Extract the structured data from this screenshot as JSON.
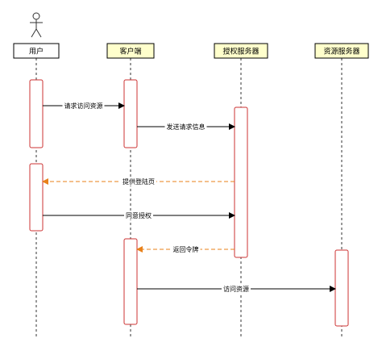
{
  "participants": [
    {
      "id": "user",
      "label": "用户",
      "fill": "#ffffff",
      "is_actor": true
    },
    {
      "id": "client",
      "label": "客户端",
      "fill": "#ffffcc",
      "is_actor": false
    },
    {
      "id": "auth",
      "label": "授权服务器",
      "fill": "#ffffcc",
      "is_actor": false
    },
    {
      "id": "resource",
      "label": "资源服务器",
      "fill": "#ffffcc",
      "is_actor": false
    }
  ],
  "messages": [
    {
      "from": "user",
      "to": "client",
      "label": "请求访问资源",
      "kind": "call"
    },
    {
      "from": "client",
      "to": "auth",
      "label": "发送请求信息",
      "kind": "call"
    },
    {
      "from": "auth",
      "to": "user",
      "label": "提供登陆页",
      "kind": "return"
    },
    {
      "from": "user",
      "to": "auth",
      "label": "同意授权",
      "kind": "call"
    },
    {
      "from": "auth",
      "to": "client",
      "label": "返回令牌",
      "kind": "return"
    },
    {
      "from": "client",
      "to": "resource",
      "label": "访问资源",
      "kind": "call"
    }
  ],
  "colors": {
    "activation_border": "#cc3333",
    "call_line": "#000000",
    "return_line": "#e8811a",
    "lifeline": "#333333"
  }
}
